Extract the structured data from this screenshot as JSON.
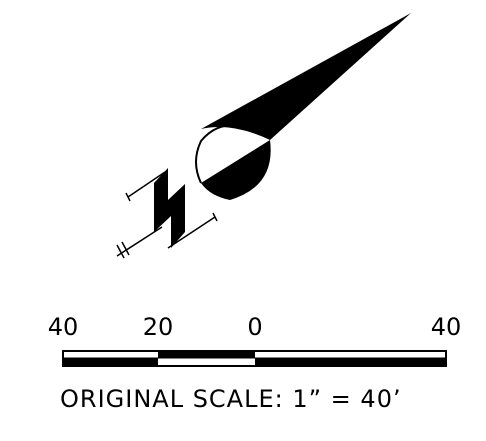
{
  "north_arrow": {
    "label": "North arrow"
  },
  "scale_bar": {
    "tick_labels": [
      "40",
      "20",
      "0",
      "40"
    ],
    "caption": "ORIGINAL SCALE: 1” = 40’"
  },
  "colors": {
    "ink": "#000000",
    "paper": "#ffffff"
  }
}
